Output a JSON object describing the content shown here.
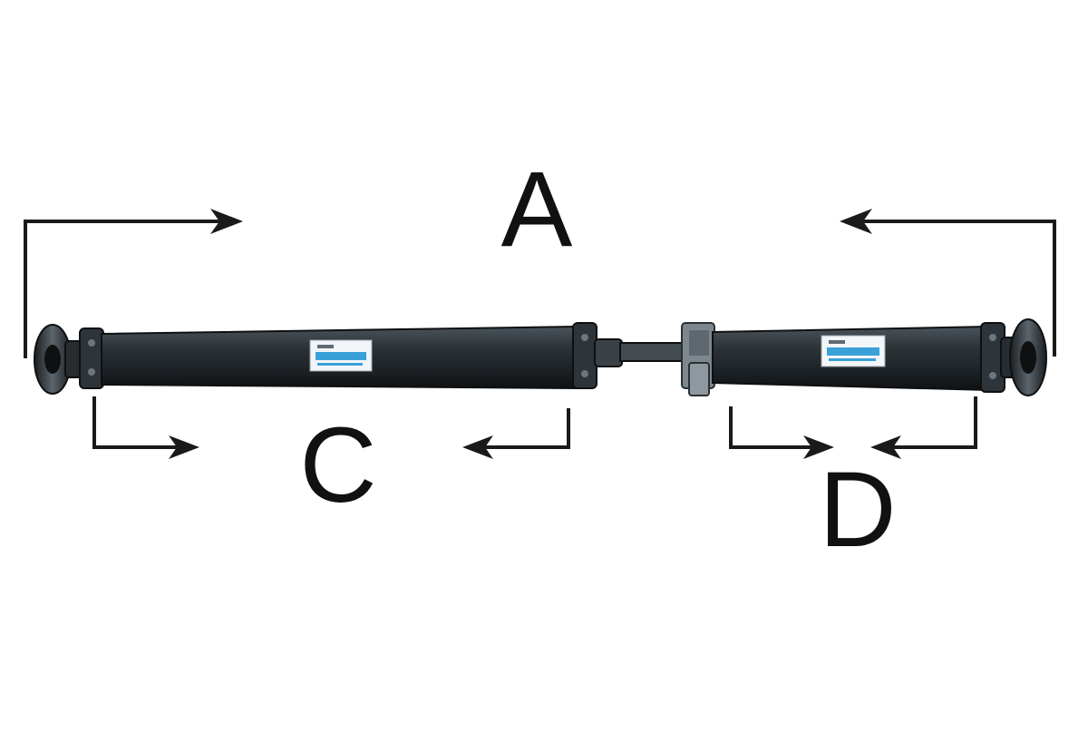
{
  "diagram": {
    "labels": {
      "a": "A",
      "c": "C",
      "d": "D"
    },
    "colors": {
      "line": "#1a1a1a",
      "shaft": "#2b3236",
      "shaft_highlight": "#55606a",
      "sticker": "#3aa0d8",
      "background": "#ffffff"
    },
    "icons": {
      "shaft": "drive-shaft-illustration",
      "arrow": "arrow-head"
    }
  }
}
